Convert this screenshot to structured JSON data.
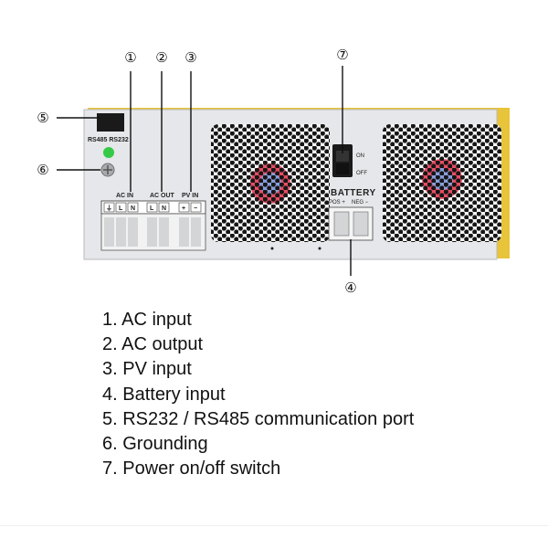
{
  "callouts": [
    {
      "num": "①"
    },
    {
      "num": "②"
    },
    {
      "num": "③"
    },
    {
      "num": "④"
    },
    {
      "num": "⑤"
    },
    {
      "num": "⑥"
    },
    {
      "num": "⑦"
    }
  ],
  "panel": {
    "comm_port_label": "RS485  RS232",
    "ac_in_label": "AC IN",
    "ac_out_label": "AC OUT",
    "pv_in_label": "PV IN",
    "terminal_ground": "⏚",
    "terminal_l": "L",
    "terminal_n": "N",
    "terminal_plus": "+",
    "terminal_minus": "−",
    "switch_on": "ON",
    "switch_off": "OFF",
    "battery_label": "BATTERY",
    "battery_pos": "POS +",
    "battery_neg": "NEG −"
  },
  "legend": [
    "1. AC input",
    "2. AC output",
    "3. PV input",
    "4. Battery input",
    "5. RS232 / RS485 communication port",
    "6. Grounding",
    "7. Power on/off switch"
  ],
  "colors": {
    "casing_yellow": "#e8c43a",
    "panel_gray": "#e6e7ea",
    "led_green": "#35c948",
    "fan_red": "#e0304a",
    "fan_blue": "#7da6e8"
  }
}
